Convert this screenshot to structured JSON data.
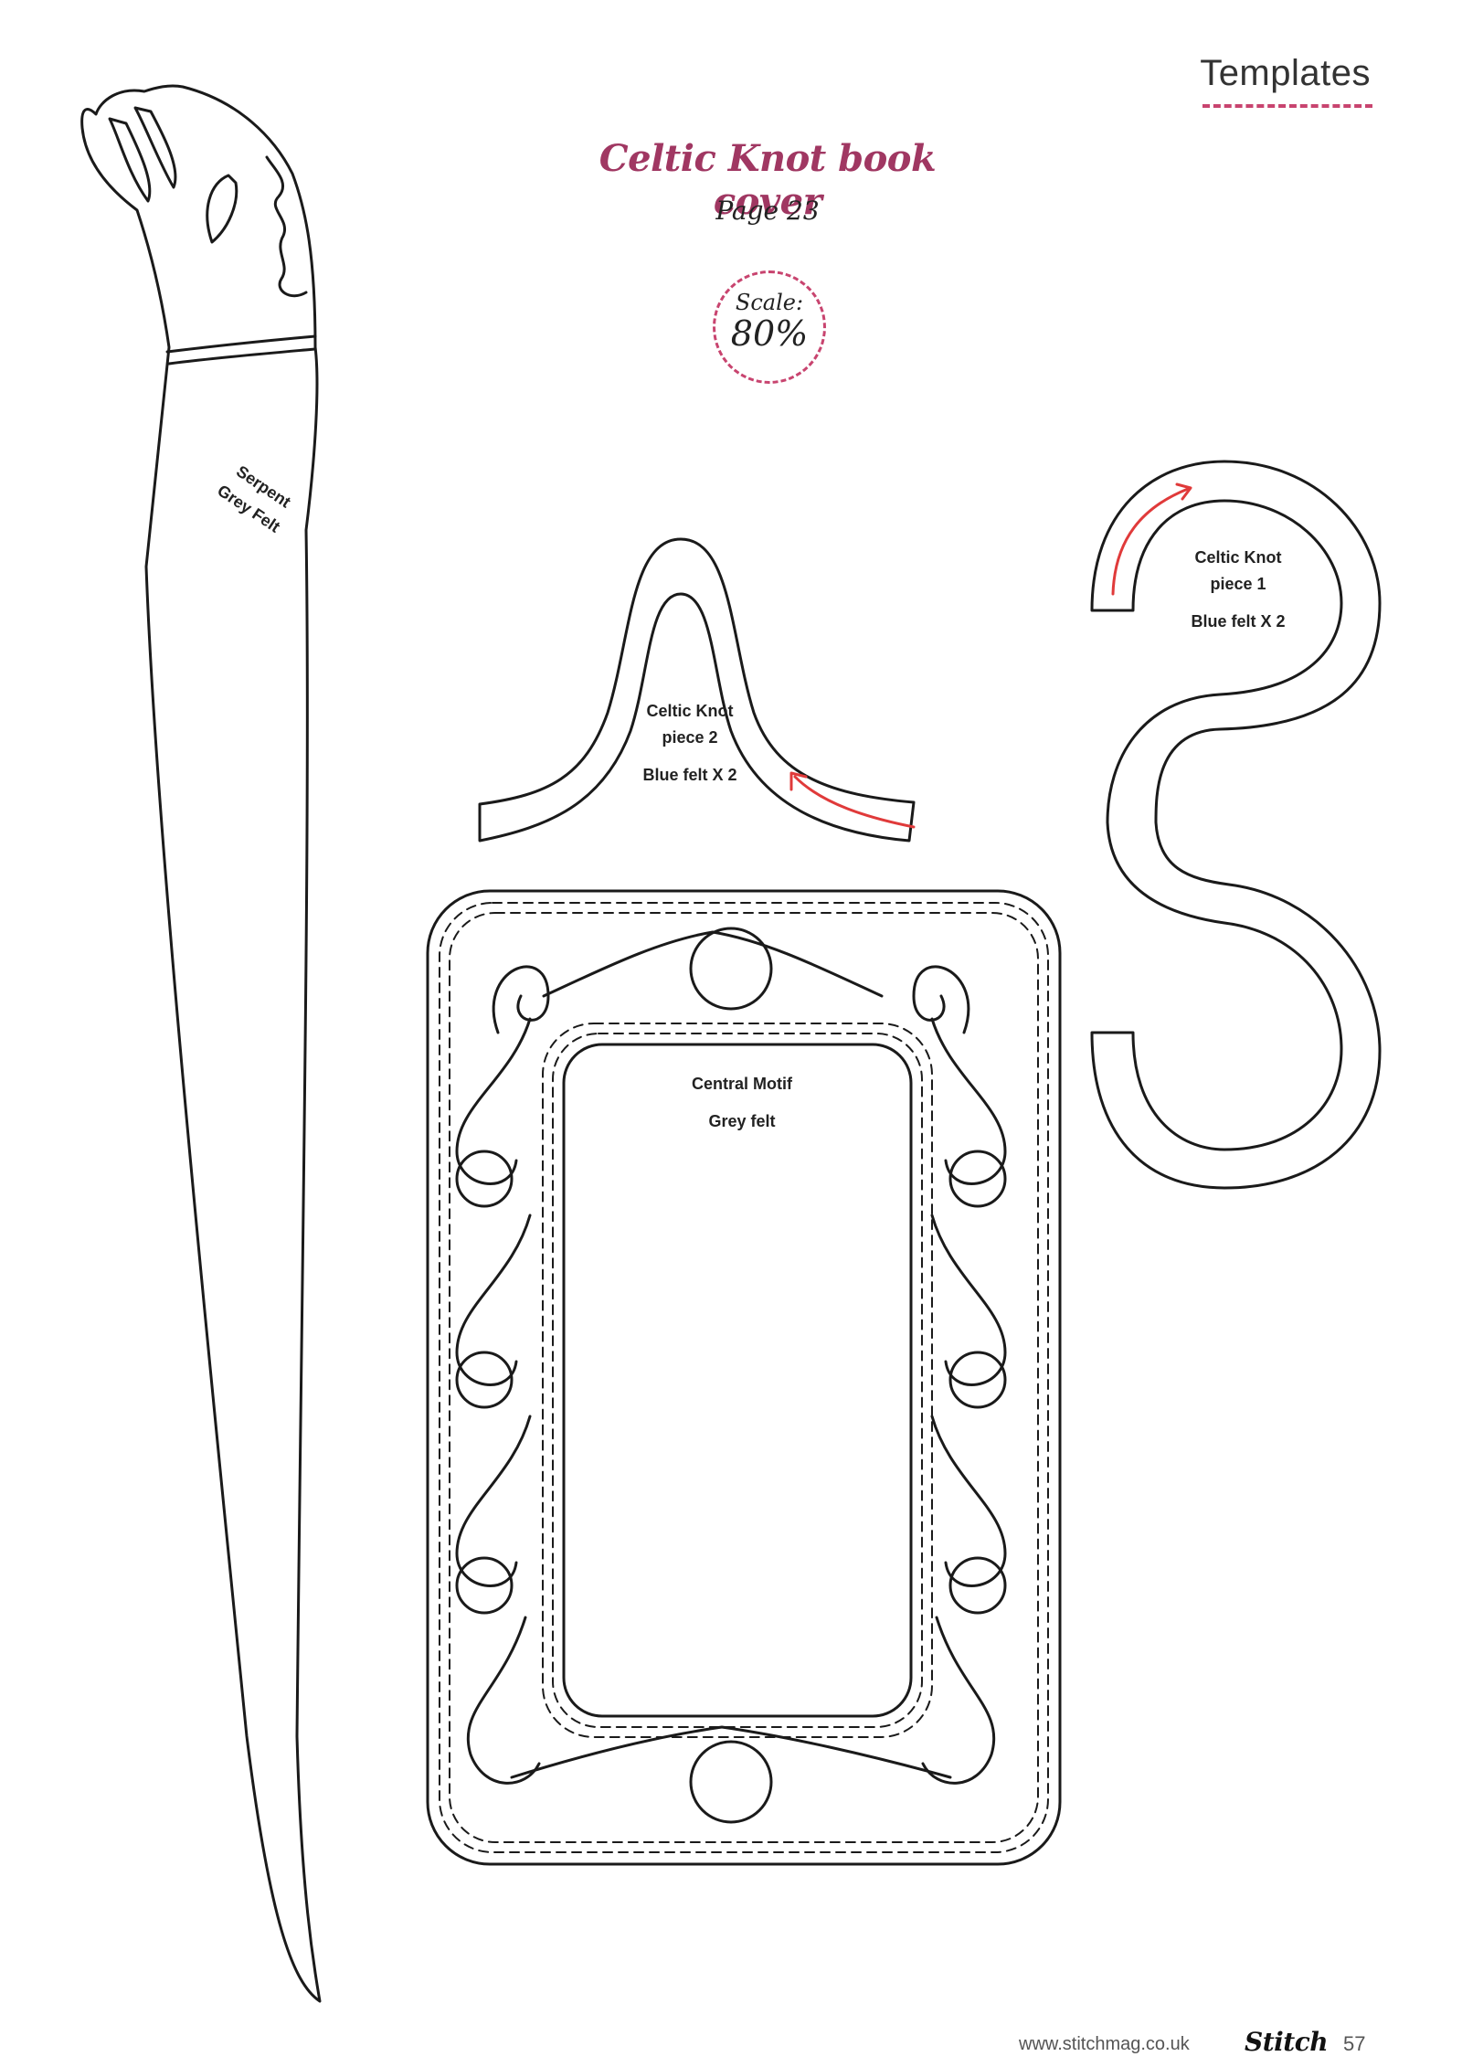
{
  "header": {
    "section": "Templates",
    "title": "Celtic Knot book cover",
    "page_ref": "Page 23",
    "scale_label": "Scale:",
    "scale_value": "80%"
  },
  "pieces": {
    "serpent": {
      "name": "Serpent",
      "material": "Grey Felt"
    },
    "knot_piece_1": {
      "line1": "Celtic Knot",
      "line2": "piece 1",
      "material": "Blue felt X 2"
    },
    "knot_piece_2": {
      "line1": "Celtic Knot",
      "line2": "piece 2",
      "material": "Blue felt X 2"
    },
    "central_motif": {
      "name": "Central Motif",
      "material": "Grey felt"
    }
  },
  "footer": {
    "url": "www.stitchmag.co.uk",
    "brand": "Stitch",
    "page_number": "57"
  },
  "colors": {
    "accent": "#c8446f",
    "title": "#a03762",
    "arrow": "#e03a3a",
    "line": "#1a1a1a"
  }
}
